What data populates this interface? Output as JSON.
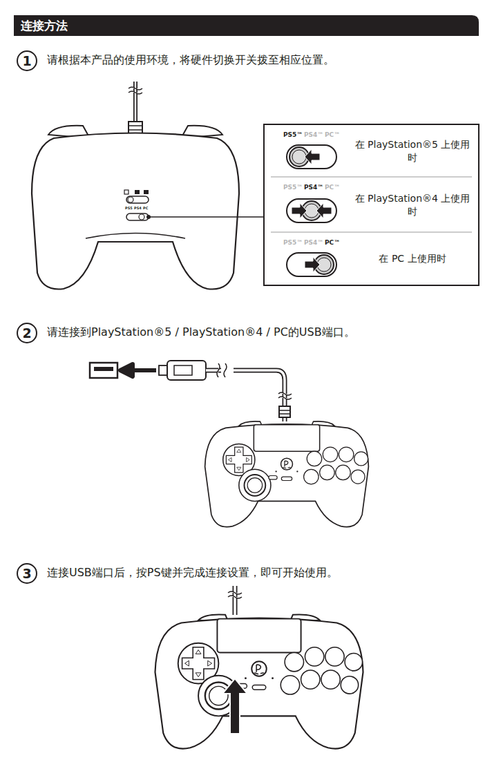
{
  "diagram": {
    "title": "连接方法",
    "nodes": [
      {
        "text": [
          "1"
        ]
      },
      {
        "text": [
          "PS5™",
          "PS4™",
          "PC™",
          "在 PlayStation®5 上使用时"
        ]
      },
      {
        "text": [
          "PS5™",
          "PS4™",
          "PC™",
          "在 PlayStation®4 上使用时"
        ]
      },
      {
        "text": [
          "PS5™",
          "PS4™",
          "PC™",
          "在 PC 上使用时"
        ]
      },
      {
        "text": [
          "2"
        ]
      },
      {
        "text": [
          "3"
        ]
      }
    ],
    "labels": [
      "请根据本产品的使用环境，将硬件切换开关拨至相应位置。",
      "PS5",
      "PS4",
      "PC",
      "请连接到PlayStation®5 / PlayStation®4 / PC的USB端口。",
      "连接USB端口后，按PS键并完成连接设置，即可开始使用。"
    ]
  }
}
